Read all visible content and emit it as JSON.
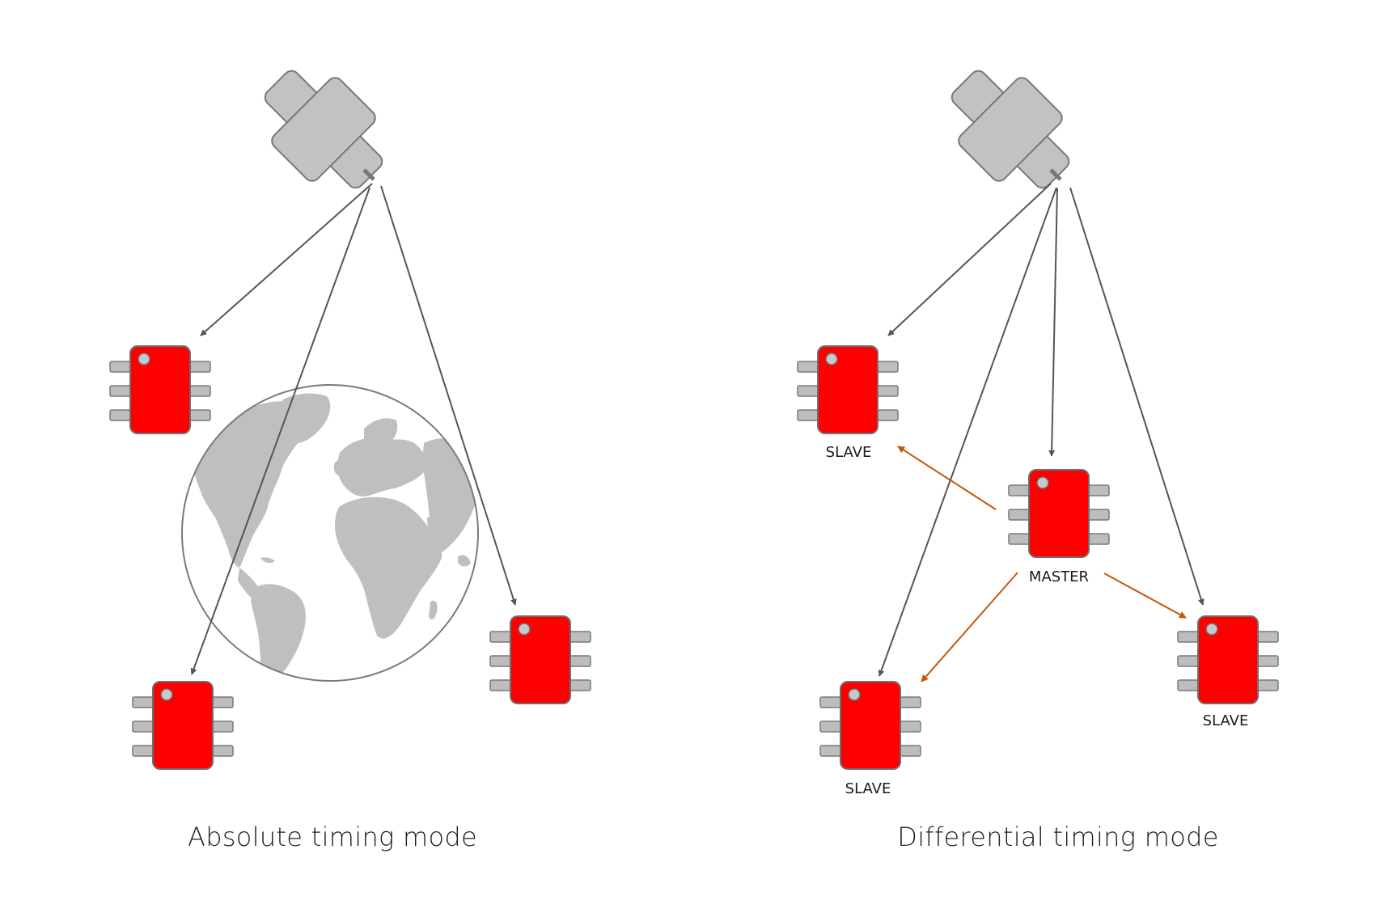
{
  "panels": [
    {
      "id": "absolute",
      "caption": "Absolute timing mode"
    },
    {
      "id": "differential",
      "caption": "Differential timing mode",
      "chips": {
        "master_label": "MASTER",
        "slave_label": "SLAVE"
      }
    }
  ],
  "colors": {
    "chip": "#ff0000",
    "satellite_signal": "#555555",
    "master_signal": "#c8560a",
    "globe_land": "#bfbfbf",
    "globe_outline": "#7a7a7a"
  },
  "icons": [
    "satellite-icon",
    "globe-icon",
    "chip-icon"
  ]
}
